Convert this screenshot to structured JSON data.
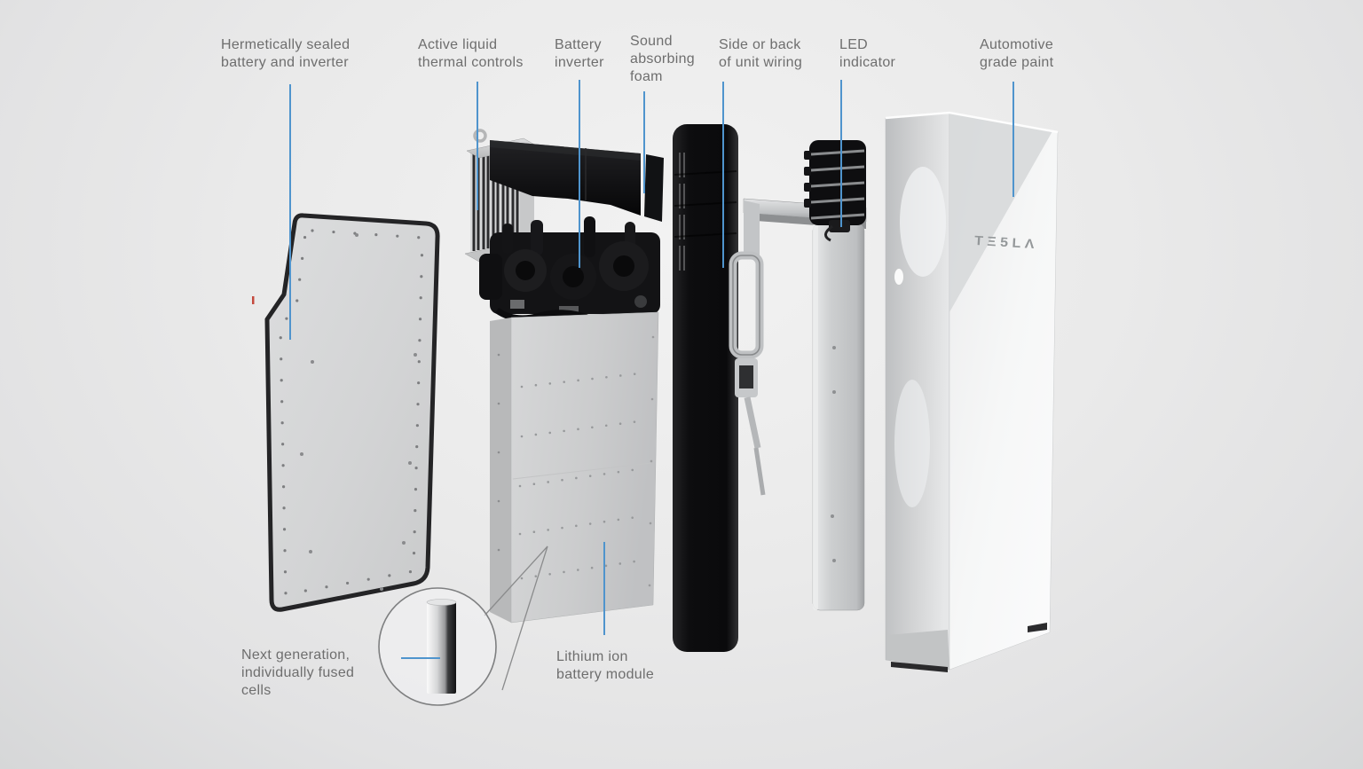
{
  "diagram_title": "Tesla Powerwall exploded component view",
  "colors": {
    "leader_line": "#4f94cd",
    "label_text": "#6e6e6e",
    "accent_red": "#c0392b",
    "background": "#e9e9ea",
    "enclosure_white": "#f7f8f8",
    "component_black": "#121214"
  },
  "labels": {
    "hermetically_sealed": {
      "lines": [
        "Hermetically sealed",
        "battery and inverter"
      ]
    },
    "active_liquid": {
      "lines": [
        "Active liquid",
        "thermal controls"
      ]
    },
    "battery_inverter": {
      "lines": [
        "Battery",
        "inverter"
      ]
    },
    "sound_foam": {
      "lines": [
        "Sound",
        "absorbing",
        "foam"
      ]
    },
    "side_wiring": {
      "lines": [
        "Side or back",
        "of unit wiring"
      ]
    },
    "led": {
      "lines": [
        "LED",
        "indicator"
      ]
    },
    "paint": {
      "lines": [
        "Automotive",
        "grade paint"
      ]
    },
    "lithium": {
      "lines": [
        "Lithium ion",
        "battery module"
      ]
    },
    "cells": {
      "lines": [
        "Next generation,",
        "individually fused",
        "cells"
      ]
    }
  },
  "enclosure": {
    "logo_text": "TΞ5LΛ"
  }
}
